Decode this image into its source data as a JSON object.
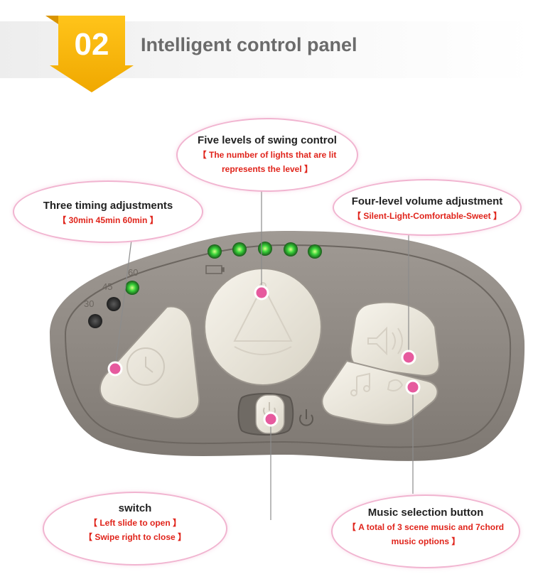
{
  "header": {
    "number": "02",
    "title": "Intelligent control panel"
  },
  "panel": {
    "timer_labels": [
      "60",
      "45",
      "30"
    ],
    "swing_lights_lit": 5,
    "timer_lights_lit": 1
  },
  "callouts": {
    "swing": {
      "title": "Five levels of swing control",
      "line1": "【 The number of lights that are lit",
      "line2": "represents the level 】"
    },
    "timing": {
      "title": "Three timing adjustments",
      "line1": "【 30min  45min  60min 】"
    },
    "volume": {
      "title": "Four-level volume adjustment",
      "line1": "【 Silent-Light-Comfortable-Sweet 】"
    },
    "switch": {
      "title": "switch",
      "line1": "【 Left slide to open 】",
      "line2": "【 Swipe right to close 】"
    },
    "music": {
      "title": "Music selection button",
      "line1": "【 A total of 3 scene music and 7chord",
      "line2": "music options 】"
    }
  },
  "colors": {
    "badge": "#f5b400",
    "callout_border": "#f1b4d0",
    "marker": "#e65a9e",
    "panel_body": "#8a8580",
    "button": "#ece8dc",
    "led_green": "#33cc33"
  }
}
